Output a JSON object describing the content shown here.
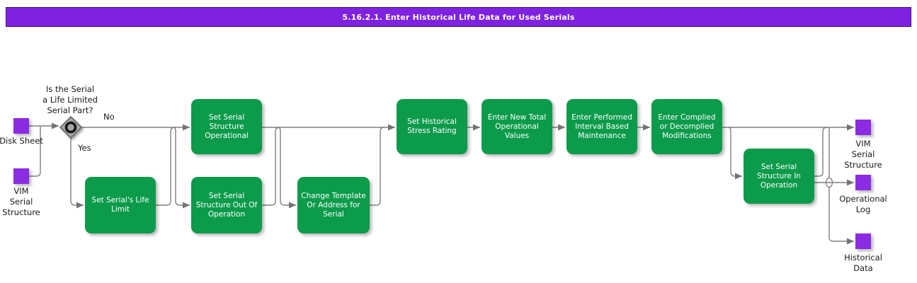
{
  "header": {
    "title": "5.16.2.1. Enter Historical Life Data for Used Serials"
  },
  "decision": {
    "question": "Is the Serial\na Life Limited\nSerial Part?",
    "no_label": "No",
    "yes_label": "Yes"
  },
  "activities": {
    "set_life_limit": "Set Serial's Life Limit",
    "set_structure_operational": "Set Serial Structure Operational",
    "set_structure_out_of_operation": "Set Serial Structure Out Of Operation",
    "change_template": "Change Template Or Address for Serial",
    "set_historical_stress_rating": "Set Historical Stress Rating",
    "enter_new_total_operational_values": "Enter New Total Operational Values",
    "enter_performed_interval_maintenance": "Enter Performed Interval Based Maintenance",
    "enter_complied_modifications": "Enter Complied or Decomplied Modifications",
    "set_structure_in_operation": "Set Serial Structure In Operation"
  },
  "datastores": {
    "disk_sheet": "Disk Sheet",
    "vim_serial_structure_in": "VIM\nSerial\nStructure",
    "vim_serial_structure_out": "VIM\nSerial\nStructure",
    "operational_log": "Operational\nLog",
    "historical_data": "Historical\nData"
  },
  "colors": {
    "activity_green": "#0c9b4b",
    "datastore_purple": "#8b2be2",
    "header_purple": "#7e22e0",
    "connector_gray": "#7f7f7f"
  }
}
